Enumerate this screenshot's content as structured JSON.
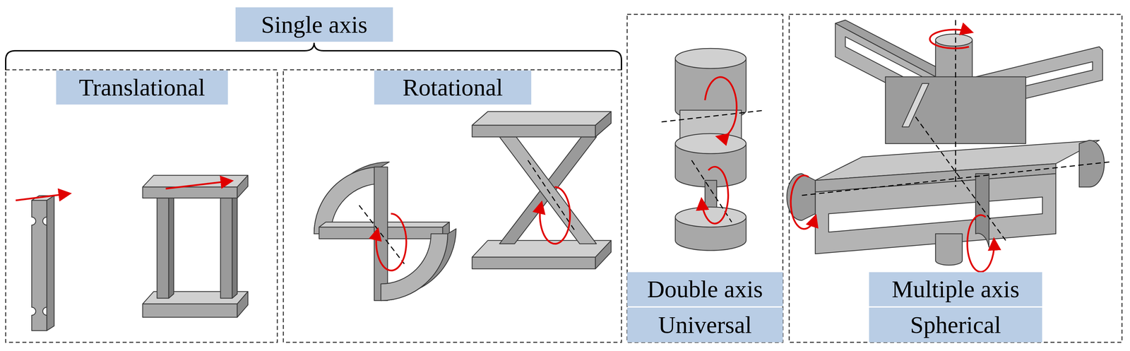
{
  "diagram": {
    "nodes": [
      {
        "text": [
          "Single axis"
        ]
      },
      {
        "text": [
          "Translational"
        ]
      },
      {
        "text": [
          "Rotational"
        ]
      },
      {
        "text": [
          "Double axis"
        ]
      },
      {
        "text": [
          "Universal"
        ]
      },
      {
        "text": [
          "Multiple axis"
        ]
      },
      {
        "text": [
          "Spherical"
        ]
      }
    ]
  }
}
